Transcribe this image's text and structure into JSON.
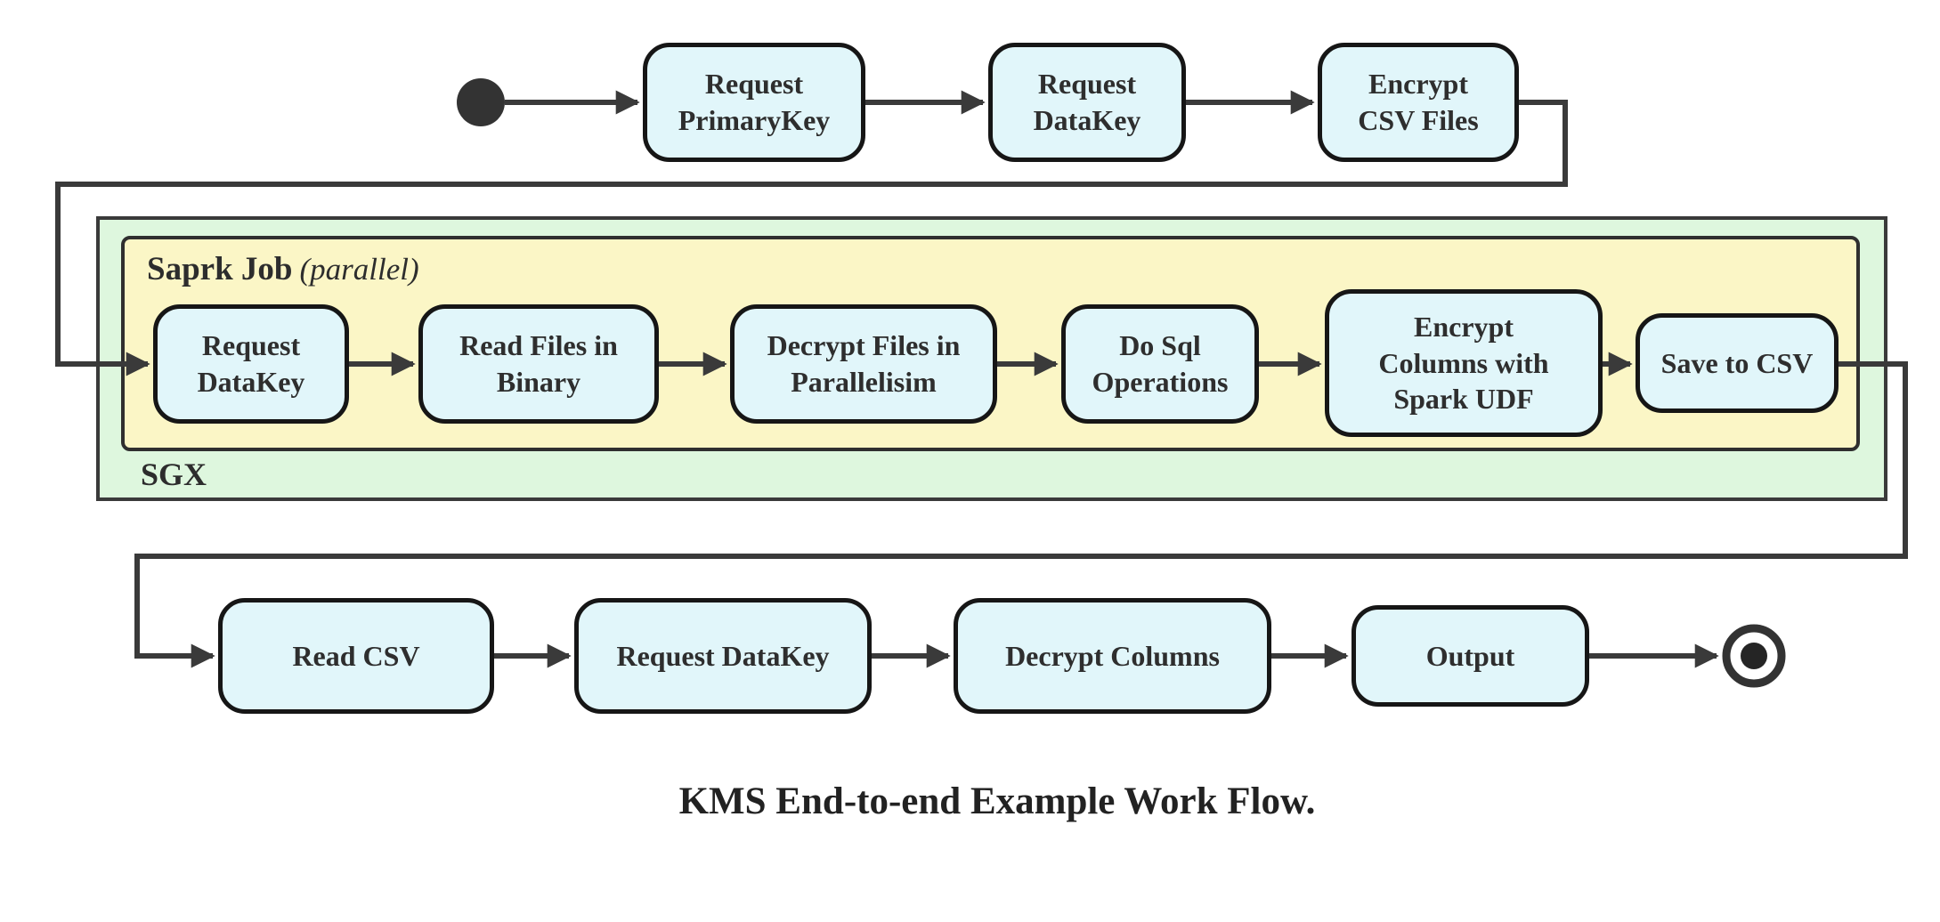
{
  "diagram": {
    "caption": "KMS End-to-end Example Work Flow.",
    "top_flow": [
      "Request\nPrimaryKey",
      "Request\nDataKey",
      "Encrypt\nCSV Files"
    ],
    "containers": {
      "sgx": {
        "label": "SGX",
        "fill": "#def7de"
      },
      "spark_job": {
        "label": "Saprk Job",
        "annotation": "(parallel)",
        "fill": "#fbf6c6"
      }
    },
    "spark_flow": [
      "Request\nDataKey",
      "Read Files in\nBinary",
      "Decrypt Files in\nParallelisim",
      "Do Sql\nOperations",
      "Encrypt\nColumns with\nSpark UDF",
      "Save to CSV"
    ],
    "bottom_flow": [
      "Read CSV",
      "Request DataKey",
      "Decrypt Columns",
      "Output"
    ],
    "markers": {
      "start": "initial-state",
      "end": "final-state"
    },
    "colors": {
      "node_fill": "#e1f6fa",
      "node_border": "#161616",
      "line": "#3a3a3a",
      "text": "#2e2e2e"
    }
  }
}
